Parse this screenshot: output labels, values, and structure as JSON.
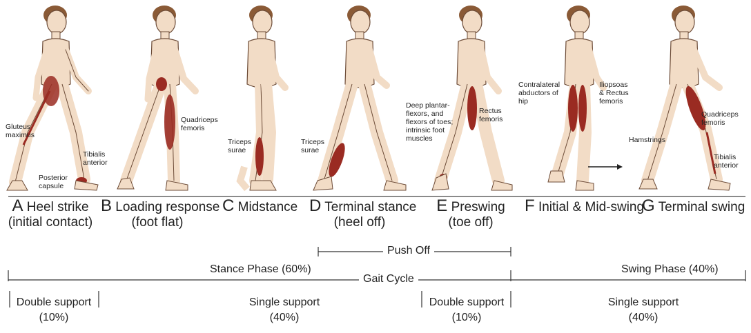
{
  "phases": [
    {
      "letter": "A",
      "name": "Heel strike",
      "sub": "(initial contact)"
    },
    {
      "letter": "B",
      "name": "Loading response",
      "sub": "(foot flat)"
    },
    {
      "letter": "C",
      "name": "Midstance",
      "sub": ""
    },
    {
      "letter": "D",
      "name": "Terminal stance",
      "sub": "(heel off)"
    },
    {
      "letter": "E",
      "name": "Preswing",
      "sub": "(toe off)"
    },
    {
      "letter": "F",
      "name": "Initial & Mid-swing",
      "sub": ""
    },
    {
      "letter": "G",
      "name": "Terminal swing",
      "sub": ""
    }
  ],
  "muscles": {
    "gluteus": "Gluteus\nmaximus",
    "posterior_capsule": "Posterior\ncapsule",
    "tibialis_a": "Tibialis\nanterior",
    "quadriceps_b": "Quadriceps\nfemoris",
    "triceps_c": "Triceps\nsurae",
    "triceps_d": "Triceps\nsurae",
    "deep_plantar": "Deep plantar-\nflexors, and\nflexors of toes;\nintrinsic foot\nmuscles",
    "rectus_e": "Rectus\nfemoris",
    "contralateral": "Contralateral\nabductors of\nhip",
    "iliopsoas": "Iliopsoas\n& Rectus\nfemoris",
    "quadriceps_g": "Quadriceps\nfemoris",
    "hamstrings": "Hamstrings",
    "tibialis_g": "Tibialis\nanterior"
  },
  "timeline": {
    "push_off": "Push Off",
    "stance_phase": "Stance Phase (60%)",
    "swing_phase": "Swing Phase (40%)",
    "gait_cycle": "Gait Cycle",
    "supports": [
      {
        "label": "Double support",
        "pct": "(10%)"
      },
      {
        "label": "Single support",
        "pct": "(40%)"
      },
      {
        "label": "Double support",
        "pct": "(10%)"
      },
      {
        "label": "Single support",
        "pct": "(40%)"
      }
    ]
  },
  "colors": {
    "skin": "#f2dcc6",
    "skin_outline": "#6b4a36",
    "hair": "#8a5a36",
    "muscle": "#9a2b22",
    "bone": "#f7f3ec",
    "ground": "#444444"
  }
}
